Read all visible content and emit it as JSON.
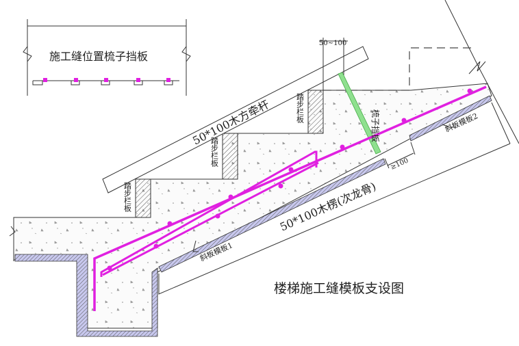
{
  "detail": {
    "title": "施工缝位置梳子挡板"
  },
  "labels": {
    "dimension_gap": "50~100",
    "comb_stop_board": "梳子挡板",
    "slab_form_2": "斜板模板2",
    "overlap_dim": "≥100",
    "tie_bar": "50*100木方牵杆",
    "riser_board": "踏步栏板",
    "joist": "50*100木楞(次龙骨)",
    "slab_form_1": "斜板模板1"
  },
  "caption": "楼梯施工缝模板支设图",
  "colors": {
    "rebar": "#e020e0",
    "comb_board": "#8fe08f",
    "line": "#333333"
  }
}
